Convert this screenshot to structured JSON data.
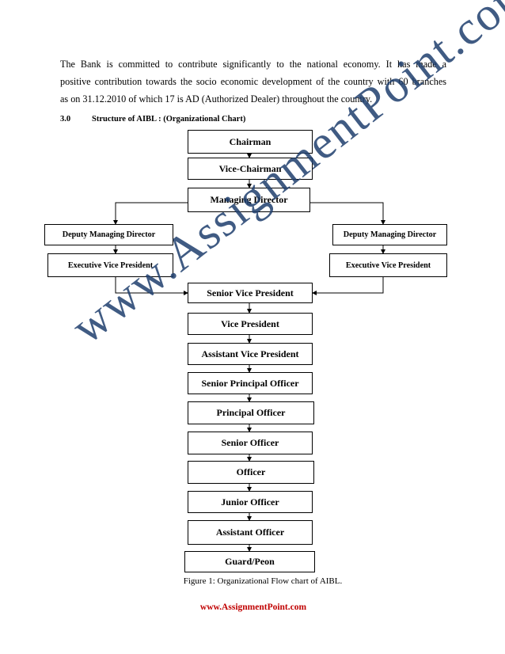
{
  "paragraph": {
    "line1": "The Bank is committed to contribute significantly to the national economy. It has made a",
    "line2": "positive contribution towards the socio economic development of the country with 60 branches",
    "line3": "as on 31.12.2010 of which 17 is AD (Authorized Dealer) throughout the country."
  },
  "section": {
    "number": "3.0",
    "title": "Structure of AIBL : (Organizational Chart)"
  },
  "org_chart": {
    "chairman": "Chairman",
    "vice_chairman": "Vice-Chairman",
    "managing_director": "Managing Director",
    "deputy_md_left": "Deputy Managing Director",
    "deputy_md_right": "Deputy Managing Director",
    "evp_left": "Executive Vice President",
    "evp_right": "Executive Vice President",
    "senior_vp": "Senior Vice President",
    "vp": "Vice President",
    "avp": "Assistant Vice President",
    "spo": "Senior Principal Officer",
    "po": "Principal Officer",
    "so": "Senior Officer",
    "officer": "Officer",
    "jo": "Junior Officer",
    "ao": "Assistant Officer",
    "guard": "Guard/Peon"
  },
  "caption": "Figure 1: Organizational Flow chart of AIBL.",
  "footer": "www.AssignmentPoint.com",
  "watermark": "www.AssignmentPoint.com"
}
